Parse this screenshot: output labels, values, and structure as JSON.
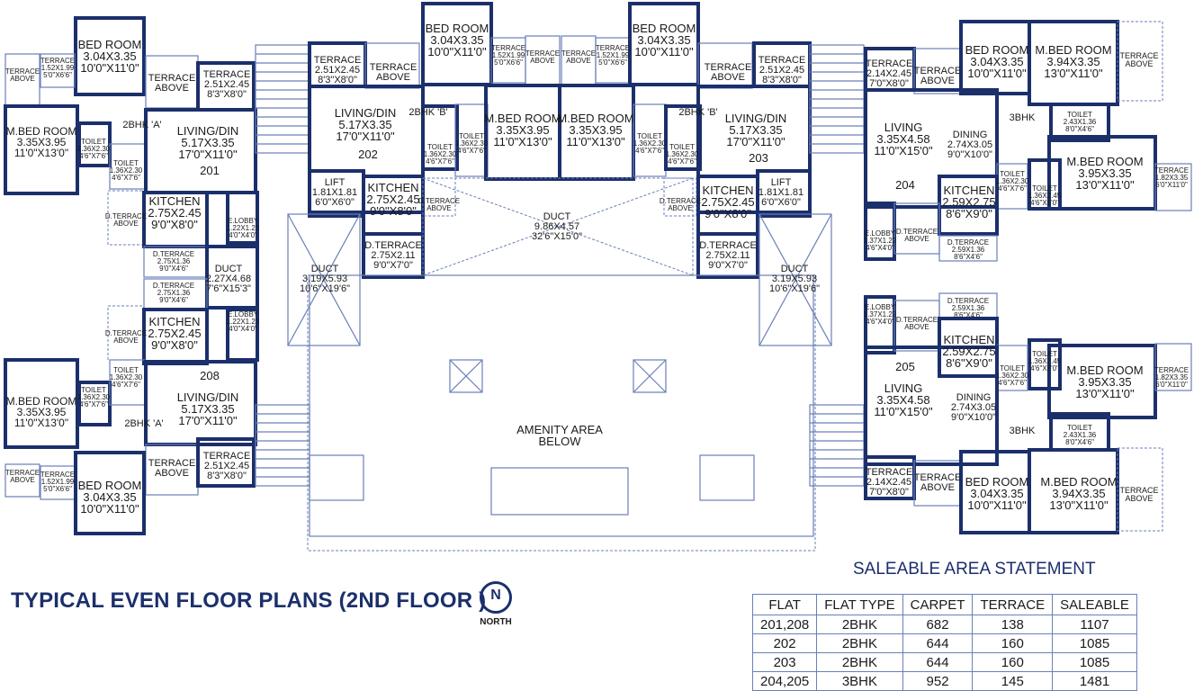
{
  "title": "TYPICAL EVEN FLOOR PLANS (2ND FLOOR )",
  "north_label": "NORTH",
  "north_symbol": "N",
  "area_statement": {
    "title": "SALEABLE AREA STATEMENT",
    "headers": [
      "FLAT",
      "FLAT TYPE",
      "CARPET",
      "TERRACE",
      "SALEABLE"
    ],
    "rows": [
      [
        "201,208",
        "2BHK",
        "682",
        "138",
        "1107"
      ],
      [
        "202",
        "2BHK",
        "644",
        "160",
        "1085"
      ],
      [
        "203",
        "2BHK",
        "644",
        "160",
        "1085"
      ],
      [
        "204,205",
        "3BHK",
        "952",
        "145",
        "1481"
      ]
    ]
  },
  "rooms": [
    {
      "name": "room-bedroom-201",
      "lines": [
        "BED ROOM",
        "3.04X3.35",
        "10'0\"X11'0\""
      ]
    },
    {
      "name": "room-terrace-201a",
      "lines": [
        "TERRACE",
        "1.52X1.99",
        "5'0\"X6'6\""
      ]
    },
    {
      "name": "room-terrace-above-201a",
      "lines": [
        "TERRACE",
        "ABOVE"
      ]
    },
    {
      "name": "room-mbed-201",
      "lines": [
        "M.BED ROOM",
        "3.35X3.95",
        "11'0\"X13'0\""
      ]
    },
    {
      "name": "room-toilet-201a",
      "lines": [
        "TOILET",
        "1.36X2.30",
        "4'6\"X7'6\""
      ]
    },
    {
      "name": "room-toilet-201b",
      "lines": [
        "TOILET",
        "1.36X2.30",
        "4'6\"X7'6\""
      ]
    },
    {
      "name": "room-terrace-above-201b",
      "lines": [
        "TERRACE",
        "ABOVE"
      ]
    },
    {
      "name": "room-terrace-201b",
      "lines": [
        "TERRACE",
        "2.51X2.45",
        "8'3\"X8'0\""
      ]
    },
    {
      "name": "room-type-201",
      "lines": [
        "2BHK 'A'"
      ]
    },
    {
      "name": "room-living-201",
      "lines": [
        "LIVING/DIN",
        "5.17X3.35",
        "17'0\"X11'0\""
      ]
    },
    {
      "name": "room-flatno-201",
      "lines": [
        "201"
      ]
    },
    {
      "name": "room-dterrace-above-201",
      "lines": [
        "D.TERRACE",
        "ABOVE"
      ]
    },
    {
      "name": "room-kitchen-201",
      "lines": [
        "KITCHEN",
        "2.75X2.45",
        "9'0\"X8'0\""
      ]
    },
    {
      "name": "room-elobby-201",
      "lines": [
        "E.LOBBY",
        "1.22X1.23",
        "4'0\"X4'0\""
      ]
    },
    {
      "name": "room-dterrace-201",
      "lines": [
        "D.TERRACE",
        "2.75X1.36",
        "9'0\"X4'6\""
      ]
    },
    {
      "name": "room-duct-201",
      "lines": [
        "DUCT",
        "2.27X4.68",
        "7'6\"X15'3\""
      ]
    },
    {
      "name": "room-dterrace-208",
      "lines": [
        "D.TERRACE",
        "2.75X1.36",
        "9'0\"X4'6\""
      ]
    },
    {
      "name": "room-dterrace-above-208",
      "lines": [
        "D.TERRACE",
        "ABOVE"
      ]
    },
    {
      "name": "room-kitchen-208",
      "lines": [
        "KITCHEN",
        "2.75X2.45",
        "9'0\"X8'0\""
      ]
    },
    {
      "name": "room-elobby-208",
      "lines": [
        "E.LOBBY",
        "1.22X1.23",
        "4'0\"X4'0\""
      ]
    },
    {
      "name": "room-mbed-208",
      "lines": [
        "M.BED ROOM",
        "3.35X3.95",
        "11'0\"X13'0\""
      ]
    },
    {
      "name": "room-toilet-208a",
      "lines": [
        "TOILET",
        "1.36X2.30",
        "4'6\"X7'6\""
      ]
    },
    {
      "name": "room-toilet-208b",
      "lines": [
        "TOILET",
        "1.36X2.30",
        "4'6\"X7'6\""
      ]
    },
    {
      "name": "room-flatno-208",
      "lines": [
        "208"
      ]
    },
    {
      "name": "room-living-208",
      "lines": [
        "LIVING/DIN",
        "5.17X3.35",
        "17'0\"X11'0\""
      ]
    },
    {
      "name": "room-type-208",
      "lines": [
        "2BHK 'A'"
      ]
    },
    {
      "name": "room-terrace-above-208a",
      "lines": [
        "TERRACE",
        "ABOVE"
      ]
    },
    {
      "name": "room-terrace-208a",
      "lines": [
        "TERRACE",
        "2.51X2.45",
        "8'3\"X8'0\""
      ]
    },
    {
      "name": "room-terrace-above-208b",
      "lines": [
        "TERRACE",
        "ABOVE"
      ]
    },
    {
      "name": "room-terrace-208b",
      "lines": [
        "TERRACE",
        "1.52X1.99",
        "5'0\"X6'6\""
      ]
    },
    {
      "name": "room-bedroom-208",
      "lines": [
        "BED ROOM",
        "3.04X3.35",
        "10'0\"X11'0\""
      ]
    },
    {
      "name": "room-terrace-202",
      "lines": [
        "TERRACE",
        "2.51X2.45",
        "8'3\"X8'0\""
      ]
    },
    {
      "name": "room-terrace-above-202a",
      "lines": [
        "TERRACE",
        "ABOVE"
      ]
    },
    {
      "name": "room-bedroom-202",
      "lines": [
        "BED ROOM",
        "3.04X3.35",
        "10'0\"X11'0\""
      ]
    },
    {
      "name": "room-terrace-202b",
      "lines": [
        "TERRACE",
        "1.52X1.99",
        "5'0\"X6'6\""
      ]
    },
    {
      "name": "room-terrace-above-202b",
      "lines": [
        "TERRACE",
        "ABOVE"
      ]
    },
    {
      "name": "room-living-202",
      "lines": [
        "LIVING/DIN",
        "5.17X3.35",
        "17'0\"X11'0\""
      ]
    },
    {
      "name": "room-flatno-202",
      "lines": [
        "202"
      ]
    },
    {
      "name": "room-type-202",
      "lines": [
        "2BHK 'B'"
      ]
    },
    {
      "name": "room-toilet-202a",
      "lines": [
        "TOILET",
        "1.36X2.30",
        "4'6\"X7'6\""
      ]
    },
    {
      "name": "room-toilet-202b",
      "lines": [
        "TOILET",
        "1.36X2.30",
        "4'6\"X7'6\""
      ]
    },
    {
      "name": "room-mbed-202",
      "lines": [
        "M.BED ROOM",
        "3.35X3.95",
        "11'0\"X13'0\""
      ]
    },
    {
      "name": "room-lift-202",
      "lines": [
        "LIFT",
        "1.81X1.81",
        "6'0\"X6'0\""
      ]
    },
    {
      "name": "room-kitchen-202",
      "lines": [
        "KITCHEN",
        "2.75X2.45",
        "9'0\"X8'0\""
      ]
    },
    {
      "name": "room-dterrace-above-202",
      "lines": [
        "D.TERRACE",
        "ABOVE"
      ]
    },
    {
      "name": "room-dterrace-202",
      "lines": [
        "D.TERRACE",
        "2.75X2.11",
        "9'0\"X7'0\""
      ]
    },
    {
      "name": "room-duct-west",
      "lines": [
        "DUCT",
        "3.19X5.93",
        "10'6\"X19'6\""
      ]
    },
    {
      "name": "room-terrace-above-203b",
      "lines": [
        "TERRACE",
        "ABOVE"
      ]
    },
    {
      "name": "room-terrace-203b",
      "lines": [
        "TERRACE",
        "1.52X1.99",
        "5'0\"X6'6\""
      ]
    },
    {
      "name": "room-bedroom-203",
      "lines": [
        "BED ROOM",
        "3.04X3.35",
        "10'0\"X11'0\""
      ]
    },
    {
      "name": "room-terrace-above-203a",
      "lines": [
        "TERRACE",
        "ABOVE"
      ]
    },
    {
      "name": "room-terrace-203",
      "lines": [
        "TERRACE",
        "2.51X2.45",
        "8'3\"X8'0\""
      ]
    },
    {
      "name": "room-mbed-203",
      "lines": [
        "M.BED ROOM",
        "3.35X3.95",
        "11'0\"X13'0\""
      ]
    },
    {
      "name": "room-toilet-203a",
      "lines": [
        "TOILET",
        "1.36X2.30",
        "4'6\"X7'6\""
      ]
    },
    {
      "name": "room-toilet-203b",
      "lines": [
        "TOILET",
        "1.36X2.30",
        "4'6\"X7'6\""
      ]
    },
    {
      "name": "room-type-203",
      "lines": [
        "2BHK 'B'"
      ]
    },
    {
      "name": "room-living-203",
      "lines": [
        "LIVING/DIN",
        "5.17X3.35",
        "17'0\"X11'0\""
      ]
    },
    {
      "name": "room-flatno-203",
      "lines": [
        "203"
      ]
    },
    {
      "name": "room-dterrace-above-203",
      "lines": [
        "D.TERRACE",
        "ABOVE"
      ]
    },
    {
      "name": "room-kitchen-203",
      "lines": [
        "KITCHEN",
        "2.75X2.45",
        "9'0\"X8'0\""
      ]
    },
    {
      "name": "room-lift-203",
      "lines": [
        "LIFT",
        "1.81X1.81",
        "6'0\"X6'0\""
      ]
    },
    {
      "name": "room-dterrace-203",
      "lines": [
        "D.TERRACE",
        "2.75X2.11",
        "9'0\"X7'0\""
      ]
    },
    {
      "name": "room-duct-east",
      "lines": [
        "DUCT",
        "3.19X5.93",
        "10'6\"X19'6\""
      ]
    },
    {
      "name": "room-duct-center",
      "lines": [
        "DUCT",
        "9.86X4.57",
        "32'6\"X15'0\""
      ]
    },
    {
      "name": "room-amenity",
      "lines": [
        "AMENITY AREA",
        "BELOW"
      ]
    },
    {
      "name": "room-terrace-204",
      "lines": [
        "TERRACE",
        "2.14X2.45",
        "7'0\"X8'0\""
      ]
    },
    {
      "name": "room-terrace-above-204a",
      "lines": [
        "TERRACE",
        "ABOVE"
      ]
    },
    {
      "name": "room-bedroom-204",
      "lines": [
        "BED ROOM",
        "3.04X3.35",
        "10'0\"X11'0\""
      ]
    },
    {
      "name": "room-mbed-204a",
      "lines": [
        "M.BED ROOM",
        "3.94X3.35",
        "13'0\"X11'0\""
      ]
    },
    {
      "name": "room-terrace-above-204b",
      "lines": [
        "TERRACE",
        "ABOVE"
      ]
    },
    {
      "name": "room-type-204",
      "lines": [
        "3BHK"
      ]
    },
    {
      "name": "room-toilet-204c",
      "lines": [
        "TOILET",
        "2.43X1.36",
        "8'0\"X4'6\""
      ]
    },
    {
      "name": "room-living-204",
      "lines": [
        "LIVING",
        "3.35X4.58",
        "11'0\"X15'0\""
      ]
    },
    {
      "name": "room-dining-204",
      "lines": [
        "DINING",
        "2.74X3.05",
        "9'0\"X10'0\""
      ]
    },
    {
      "name": "room-mbed-204b",
      "lines": [
        "M.BED ROOM",
        "3.95X3.35",
        "13'0\"X11'0\""
      ]
    },
    {
      "name": "room-terrace-204c",
      "lines": [
        "TERRACE",
        "1.82X3.35",
        "6'0\"X11'0\""
      ]
    },
    {
      "name": "room-flatno-204",
      "lines": [
        "204"
      ]
    },
    {
      "name": "room-toilet-204a",
      "lines": [
        "TOILET",
        "1.36X2.30",
        "4'6\"X7'6\""
      ]
    },
    {
      "name": "room-toilet-204b",
      "lines": [
        "TOILET",
        "1.36X2.45",
        "4'6\"X8'0\""
      ]
    },
    {
      "name": "room-kitchen-204",
      "lines": [
        "KITCHEN",
        "2.59X2.75",
        "8'6\"X9'0\""
      ]
    },
    {
      "name": "room-elobby-204",
      "lines": [
        "E.LOBBY",
        "1.37X1.22",
        "4'6\"X4'0\""
      ]
    },
    {
      "name": "room-dterrace-above-204",
      "lines": [
        "D.TERRACE",
        "ABOVE"
      ]
    },
    {
      "name": "room-dterrace-204",
      "lines": [
        "D.TERRACE",
        "2.59X1.36",
        "8'6\"X4'6\""
      ]
    },
    {
      "name": "room-dterrace-205",
      "lines": [
        "D.TERRACE",
        "2.59X1.36",
        "8'6\"X4'6\""
      ]
    },
    {
      "name": "room-elobby-205",
      "lines": [
        "E.LOBBY",
        "1.37X1.22",
        "4'6\"X4'0\""
      ]
    },
    {
      "name": "room-dterrace-above-205",
      "lines": [
        "D.TERRACE",
        "ABOVE"
      ]
    },
    {
      "name": "room-kitchen-205",
      "lines": [
        "KITCHEN",
        "2.59X2.75",
        "8'6\"X9'0\""
      ]
    },
    {
      "name": "room-toilet-205b",
      "lines": [
        "TOILET",
        "1.36X2.45",
        "4'6\"X8'0\""
      ]
    },
    {
      "name": "room-mbed-205b",
      "lines": [
        "M.BED ROOM",
        "3.95X3.35",
        "13'0\"X11'0\""
      ]
    },
    {
      "name": "room-terrace-205c",
      "lines": [
        "TERRACE",
        "1.82X3.35",
        "6'0\"X11'0\""
      ]
    },
    {
      "name": "room-flatno-205",
      "lines": [
        "205"
      ]
    },
    {
      "name": "room-toilet-205a",
      "lines": [
        "TOILET",
        "1.36X2.30",
        "4'6\"X7'6\""
      ]
    },
    {
      "name": "room-living-205",
      "lines": [
        "LIVING",
        "3.35X4.58",
        "11'0\"X15'0\""
      ]
    },
    {
      "name": "room-dining-205",
      "lines": [
        "DINING",
        "2.74X3.05",
        "9'0\"X10'0\""
      ]
    },
    {
      "name": "room-toilet-205c",
      "lines": [
        "TOILET",
        "2.43X1.36",
        "8'0\"X4'6\""
      ]
    },
    {
      "name": "room-type-205",
      "lines": [
        "3BHK"
      ]
    },
    {
      "name": "room-terrace-205",
      "lines": [
        "TERRACE",
        "2.14X2.45",
        "7'0\"X8'0\""
      ]
    },
    {
      "name": "room-terrace-above-205a",
      "lines": [
        "TERRACE",
        "ABOVE"
      ]
    },
    {
      "name": "room-bedroom-205",
      "lines": [
        "BED ROOM",
        "3.04X3.35",
        "10'0\"X11'0\""
      ]
    },
    {
      "name": "room-mbed-205a",
      "lines": [
        "M.BED ROOM",
        "3.94X3.35",
        "13'0\"X11'0\""
      ]
    },
    {
      "name": "room-terrace-above-205b",
      "lines": [
        "TERRACE",
        "ABOVE"
      ]
    }
  ]
}
